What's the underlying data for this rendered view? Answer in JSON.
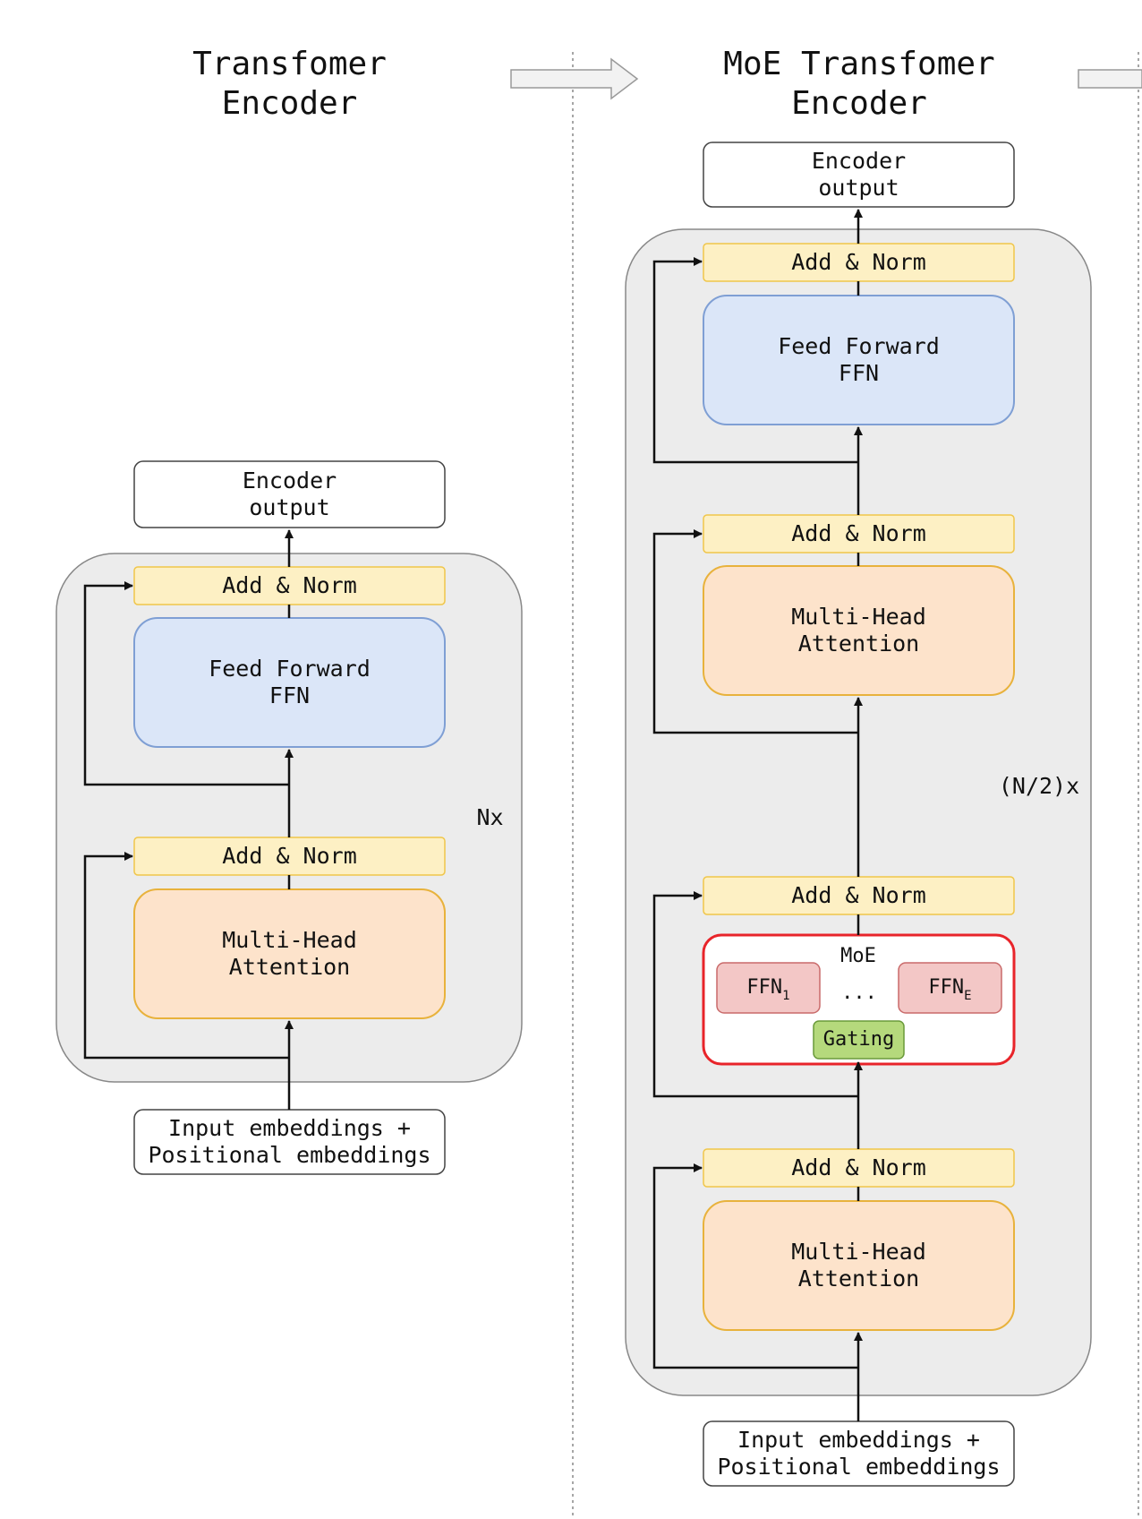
{
  "left": {
    "title": "Transfomer\nEncoder",
    "output": "Encoder\noutput",
    "add_norm_top": "Add & Norm",
    "ffn": "Feed Forward\nFFN",
    "add_norm_bottom": "Add & Norm",
    "attention": "Multi-Head\nAttention",
    "repeat": "Nx",
    "input": "Input embeddings +\nPositional embeddings"
  },
  "right": {
    "title": "MoE Transfomer\nEncoder",
    "output": "Encoder\noutput",
    "add_norm_1": "Add & Norm",
    "ffn": "Feed Forward\nFFN",
    "add_norm_2": "Add & Norm",
    "attention_top": "Multi-Head\nAttention",
    "repeat": "(N/2)x",
    "add_norm_3": "Add & Norm",
    "moe_label": "MoE",
    "ffn_1": "FFN",
    "ffn_1_sub": "1",
    "ellipsis": "...",
    "ffn_e": "FFN",
    "ffn_e_sub": "E",
    "gating": "Gating",
    "add_norm_4": "Add & Norm",
    "attention_bottom": "Multi-Head\nAttention",
    "input": "Input embeddings +\nPositional embeddings"
  },
  "colors": {
    "block_bg": "#ececec",
    "add_norm": "#fdf0c4",
    "add_norm_border": "#f0c64a",
    "ffn": "#dbe6f8",
    "ffn_border": "#7f9fd4",
    "attention": "#fde3cb",
    "attention_border": "#e8b23c",
    "moe_border": "#e8242a",
    "expert": "#f3c7c6",
    "expert_border": "#c96a6a",
    "gating": "#b5d97c",
    "gating_border": "#6a9a3a"
  }
}
